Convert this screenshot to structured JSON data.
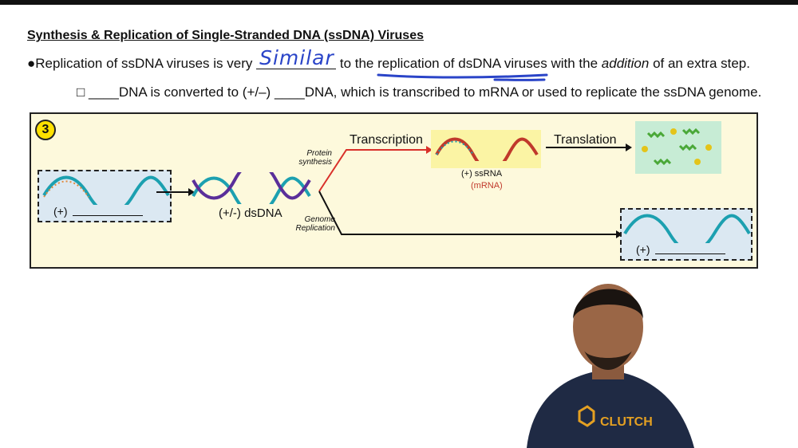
{
  "title": "Synthesis & Replication of Single-Stranded DNA (ssDNA) Viruses",
  "line1": {
    "bullet": "●",
    "before": "Replication of ssDNA viruses is very",
    "handwritten": "Similar",
    "middle": "to the",
    "underlined": "replication of dsDNA viruses",
    "after": "with the",
    "emphasis": "addition",
    "end": "of an extra step."
  },
  "line2": {
    "checkbox": "□",
    "text": "____DNA is converted to (+/–) ____DNA, which is transcribed to mRNA or used to replicate the ssDNA genome."
  },
  "figure": {
    "step_number": "3",
    "left_label": "(+)",
    "dsdna_label": "(+/-) dsDNA",
    "protein_synthesis": "Protein synthesis",
    "genome_replication": "Genome Replication",
    "transcription": "Transcription",
    "translation": "Translation",
    "ssrna_label": "(+) ssRNA",
    "mrna_label": "(mRNA)",
    "right_label": "(+)"
  },
  "shirt_logo": "CLUTCH",
  "colors": {
    "handwriting": "#2a44c8",
    "arrow_red": "#d9302a",
    "box_bg": "#fdf9dc",
    "badge": "#ffe100"
  }
}
